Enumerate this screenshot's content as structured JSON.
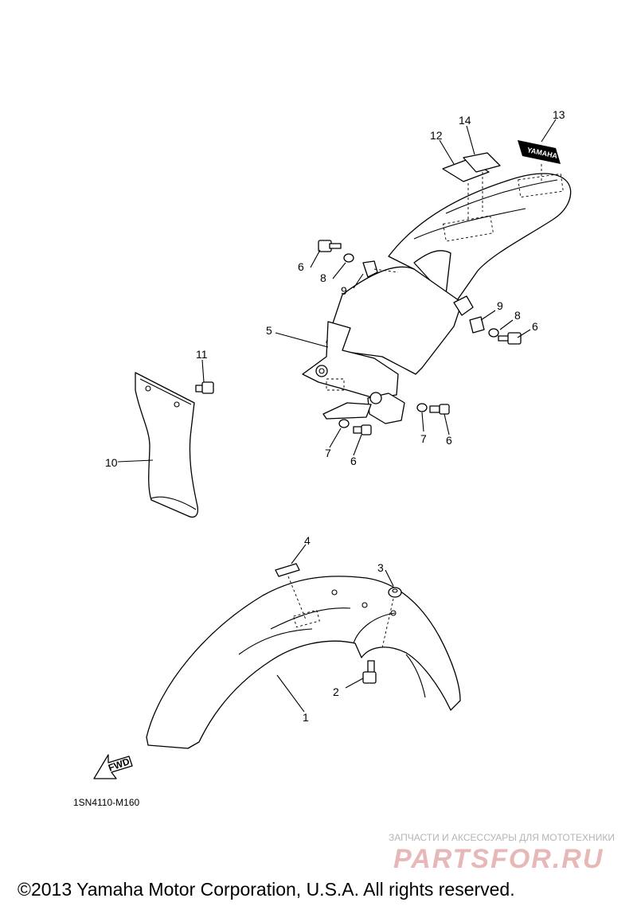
{
  "diagram": {
    "callouts": {
      "c1": "1",
      "c2": "2",
      "c3": "3",
      "c4": "4",
      "c5": "5",
      "c6a": "6",
      "c6b": "6",
      "c6c": "6",
      "c6d": "6",
      "c7a": "7",
      "c7b": "7",
      "c8a": "8",
      "c8b": "8",
      "c9a": "9",
      "c9b": "9",
      "c10": "10",
      "c11": "11",
      "c12": "12",
      "c13": "13",
      "c14": "14"
    },
    "decal_text": "YAMAHA",
    "fwd_label": "FWD",
    "reference_code": "1SN4110-M160"
  },
  "watermark": {
    "tagline": "ЗАПЧАСТИ И АКСЕССУАРЫ ДЛЯ МОТОТЕХНИКИ",
    "brand": "PARTSFOR.RU"
  },
  "footer": {
    "copyright": "©2013 Yamaha Motor Corporation, U.S.A. All rights reserved."
  }
}
